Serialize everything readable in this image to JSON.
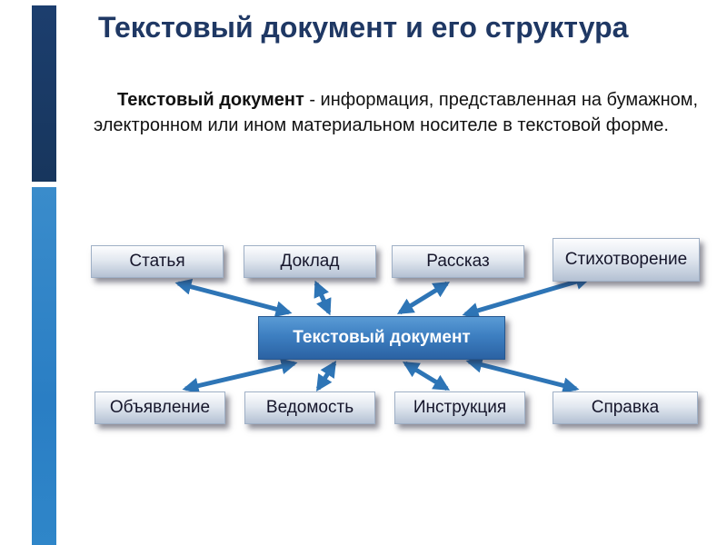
{
  "slide": {
    "title": "Текстовый документ и его структура",
    "paragraph": {
      "lead_bold": "Текстовый документ",
      "rest": " - информация, представленная на бумажном, электронном или ином материальном носителе в текстовой форме."
    }
  },
  "diagram": {
    "center_label": "Текстовый документ",
    "top_nodes": [
      {
        "label": "Статья"
      },
      {
        "label": "Доклад"
      },
      {
        "label": "Рассказ"
      },
      {
        "label": "Стихотворение"
      }
    ],
    "bottom_nodes": [
      {
        "label": "Объявление"
      },
      {
        "label": "Ведомость"
      },
      {
        "label": "Инструкция"
      },
      {
        "label": "Справка"
      }
    ]
  },
  "colors": {
    "title_text": "#1f3864",
    "accent_bar_dark": "#17365d",
    "accent_bar_light": "#2a7ec4",
    "center_node": "#2e75b6",
    "arrow": "#2e75b6",
    "outer_node_top": "#fdfdfe",
    "outer_node_bottom": "#b4c1d3"
  }
}
